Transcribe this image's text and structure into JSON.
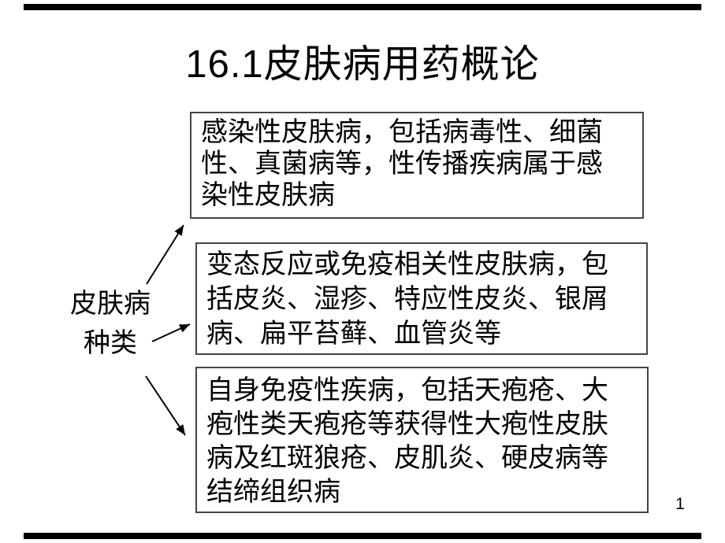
{
  "slide": {
    "title": "16.1皮肤病用药概论",
    "root_label": {
      "line1": "皮肤病",
      "line2": "种类"
    },
    "boxes": [
      {
        "name": "infectious-skin-disease",
        "text": "感染性皮肤病，包括病毒性、细菌性、真菌病等，性传播疾病属于感染性皮肤病",
        "lines": [
          "感染性皮肤病，包括病毒性、细菌",
          "性、真菌病等，性传播疾病属于感",
          "染性皮肤病"
        ]
      },
      {
        "name": "allergic-immune-skin-disease",
        "text": "变态反应或免疫相关性皮肤病，包括皮炎、湿疹、特应性皮炎、银屑病、扁平苔藓、血管炎等",
        "lines": [
          "变态反应或免疫相关性皮肤病，包",
          "括皮炎、湿疹、特应性皮炎、银屑",
          "病、扁平苔藓、血管炎等"
        ]
      },
      {
        "name": "autoimmune-disease",
        "text": "自身免疫性疾病，包括天疱疮、大疱性类天疱疮等获得性大疱性皮肤病及红斑狼疮、皮肌炎、硬皮病等结缔组织病",
        "lines": [
          "自身免疫性疾病，包括天疱疮、大",
          "疱性类天疱疮等获得性大疱性皮肤",
          "病及红斑狼疮、皮肌炎、硬皮病等",
          "结缔组织病"
        ]
      }
    ],
    "page_number": "1",
    "colors": {
      "background": "#ffffff",
      "text": "#000000",
      "box_border": "#444444",
      "arrow": "#000000",
      "edge_bar": "#000000"
    }
  }
}
